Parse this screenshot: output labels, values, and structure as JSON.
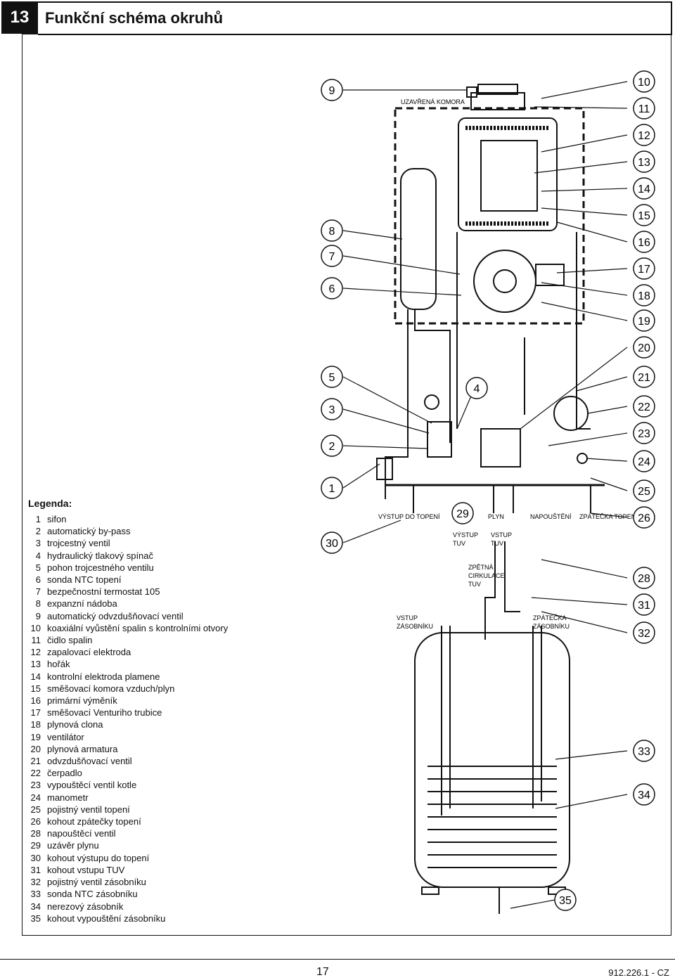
{
  "header": {
    "section_number": "13",
    "title": "Funkční schéma okruhů"
  },
  "legend": {
    "title": "Legenda:",
    "items": [
      {
        "num": "1",
        "label": "sifon"
      },
      {
        "num": "2",
        "label": "automatický by-pass"
      },
      {
        "num": "3",
        "label": "trojcestný ventil"
      },
      {
        "num": "4",
        "label": "hydraulický tlakový spínač"
      },
      {
        "num": "5",
        "label": "pohon trojcestného ventilu"
      },
      {
        "num": "6",
        "label": "sonda NTC topení"
      },
      {
        "num": "7",
        "label": "bezpečnostní termostat 105"
      },
      {
        "num": "8",
        "label": "expanzní nádoba"
      },
      {
        "num": "9",
        "label": "automatický odvzdušňovací ventil"
      },
      {
        "num": "10",
        "label": "koaxiální vyůstění spalin s kontrolními otvory"
      },
      {
        "num": "11",
        "label": "čidlo spalin"
      },
      {
        "num": "12",
        "label": "zapalovací elektroda"
      },
      {
        "num": "13",
        "label": "hořák"
      },
      {
        "num": "14",
        "label": "kontrolní elektroda plamene"
      },
      {
        "num": "15",
        "label": "směšovací komora vzduch/plyn"
      },
      {
        "num": "16",
        "label": "primární výměník"
      },
      {
        "num": "17",
        "label": "směšovací Venturiho trubice"
      },
      {
        "num": "18",
        "label": "plynová clona"
      },
      {
        "num": "19",
        "label": "ventilátor"
      },
      {
        "num": "20",
        "label": "plynová armatura"
      },
      {
        "num": "21",
        "label": "odvzdušňovací ventil"
      },
      {
        "num": "22",
        "label": "čerpadlo"
      },
      {
        "num": "23",
        "label": "vypouštěcí ventil kotle"
      },
      {
        "num": "24",
        "label": "manometr"
      },
      {
        "num": "25",
        "label": "pojistný ventil topení"
      },
      {
        "num": "26",
        "label": "kohout zpátečky topení"
      },
      {
        "num": "28",
        "label": "napouštěcí ventil"
      },
      {
        "num": "29",
        "label": "uzávěr plynu"
      },
      {
        "num": "30",
        "label": "kohout výstupu do topení"
      },
      {
        "num": "31",
        "label": "kohout vstupu TUV"
      },
      {
        "num": "32",
        "label": "pojistný ventil zásobníku"
      },
      {
        "num": "33",
        "label": "sonda NTC zásobníku"
      },
      {
        "num": "34",
        "label": "nerezový zásobník"
      },
      {
        "num": "35",
        "label": "kohout vypouštění zásobníku"
      }
    ]
  },
  "diagram": {
    "chamber_label": "UZAVŘENÁ KOMORA",
    "labels": {
      "vystup_do_topeni": "VÝSTUP DO TOPENÍ",
      "plyn": "PLYN",
      "napousteni": "NAPOUŠTĚNÍ",
      "zpatecka_topeni": "ZPÁTEČKA TOPENÍ",
      "vystup_tuv_1": "VÝSTUP",
      "vystup_tuv_2": "TUV",
      "vstup_tuv_1": "VSTUP",
      "vstup_tuv_2": "TUV",
      "zpetna_1": "ZPĚTNÁ",
      "zpetna_2": "CIRKULACE",
      "zpetna_3": "TUV",
      "vstup_zas_1": "VSTUP",
      "vstup_zas_2": "ZÁSOBNÍKU",
      "zpatecka_zas_1": "ZPÁTEČKA",
      "zpatecka_zas_2": "ZÁSOBNÍKU"
    },
    "callouts_left": [
      "9",
      "8",
      "7",
      "6",
      "5",
      "3",
      "2",
      "1",
      "30"
    ],
    "callouts_right": [
      "10",
      "11",
      "12",
      "13",
      "14",
      "15",
      "16",
      "17",
      "18",
      "19",
      "20",
      "21",
      "22",
      "23",
      "24",
      "25",
      "26",
      "28",
      "31",
      "32",
      "33",
      "34"
    ],
    "callouts_inner": [
      "4",
      "29",
      "35"
    ]
  },
  "footer": {
    "page_number": "17",
    "doc_code": "912.226.1 - CZ"
  }
}
